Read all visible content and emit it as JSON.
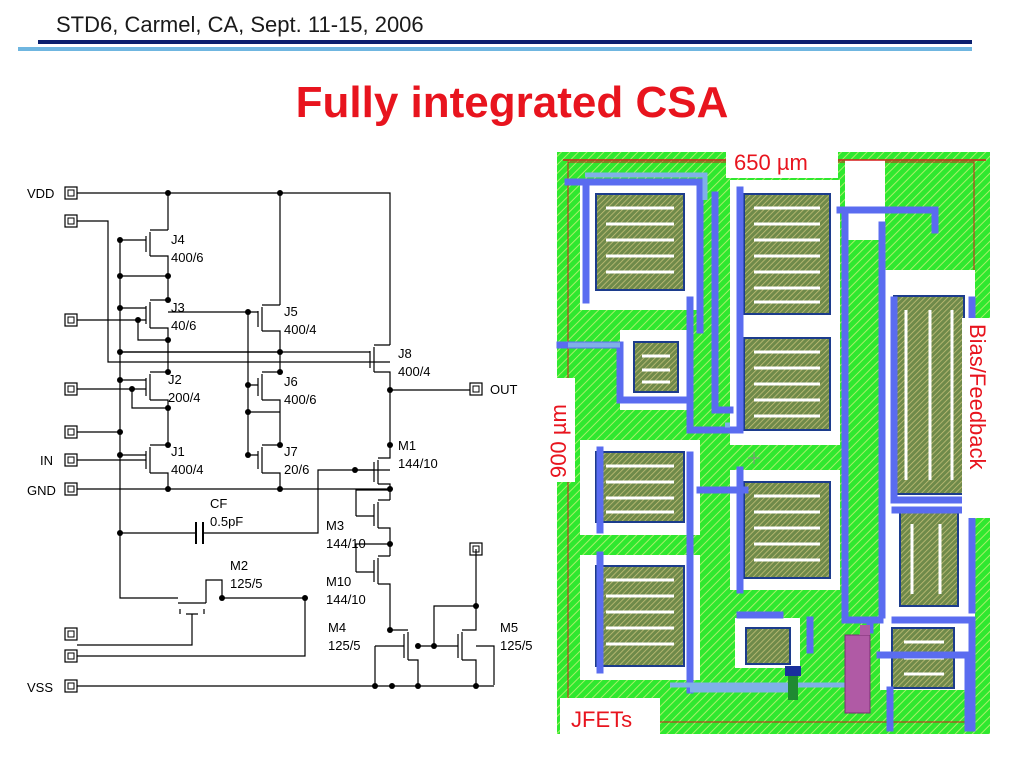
{
  "header": {
    "text": "STD6, Carmel, CA, Sept. 11-15, 2006"
  },
  "title": "Fully integrated CSA",
  "schematic": {
    "pins": [
      "VDD",
      "IN",
      "GND",
      "OUT",
      "VSS"
    ],
    "devices": [
      {
        "name": "J4",
        "size": "400/6"
      },
      {
        "name": "J3",
        "size": "40/6"
      },
      {
        "name": "J5",
        "size": "400/4"
      },
      {
        "name": "J8",
        "size": "400/4"
      },
      {
        "name": "J2",
        "size": "200/4"
      },
      {
        "name": "J6",
        "size": "400/6"
      },
      {
        "name": "J1",
        "size": "400/4"
      },
      {
        "name": "J7",
        "size": "20/6"
      },
      {
        "name": "M1",
        "size": "144/10"
      },
      {
        "name": "CF",
        "size": "0.5pF"
      },
      {
        "name": "M3",
        "size": "144/10"
      },
      {
        "name": "M2",
        "size": "125/5"
      },
      {
        "name": "M10",
        "size": "144/10"
      },
      {
        "name": "M4",
        "size": "125/5"
      },
      {
        "name": "M5",
        "size": "125/5"
      }
    ]
  },
  "layout": {
    "width_label": "650 µm",
    "height_label": "900 µm",
    "side_label": "Bias/Feedback",
    "bottom_label": "JFETs"
  }
}
